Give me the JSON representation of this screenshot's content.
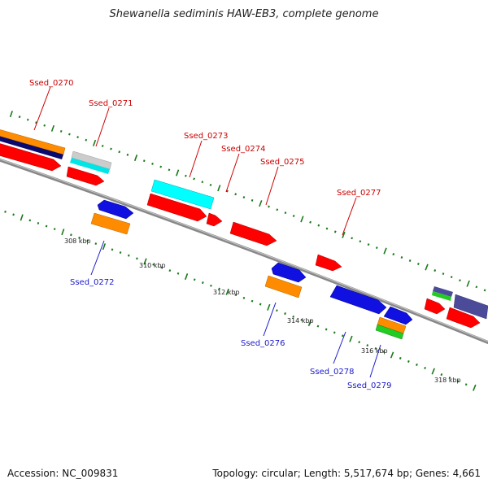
{
  "title": "Shewanella sediminis HAW-EB3, complete genome",
  "accession": "Accession: NC_009831",
  "summary": "Topology: circular; Length: 5,517,674 bp; Genes: 4,661",
  "colors": {
    "backbone": "#888888",
    "tick": "#1a7a1a",
    "label_top": "#cc0000",
    "label_bottom": "#1a1acc",
    "red": "#ff0000",
    "blue": "#1010e0",
    "orange": "#ff8c00",
    "cyan": "#00ffff",
    "navy": "#0a0a6e",
    "gray": "#cccccc",
    "green": "#22cc22",
    "slate": "#4b4b9a"
  },
  "tick_labels": [
    {
      "text": "308 kbp"
    },
    {
      "text": "310 kbp"
    },
    {
      "text": "312 kbp"
    },
    {
      "text": "314 kbp"
    },
    {
      "text": "316 kbp"
    },
    {
      "text": "318 kbp"
    }
  ],
  "gene_labels_top": [
    {
      "text": "Ssed_0270"
    },
    {
      "text": "Ssed_0271"
    },
    {
      "text": "Ssed_0273"
    },
    {
      "text": "Ssed_0274"
    },
    {
      "text": "Ssed_0275"
    },
    {
      "text": "Ssed_0277"
    }
  ],
  "gene_labels_bottom": [
    {
      "text": "Ssed_0272"
    },
    {
      "text": "Ssed_0276"
    },
    {
      "text": "Ssed_0278"
    },
    {
      "text": "Ssed_0279"
    }
  ]
}
